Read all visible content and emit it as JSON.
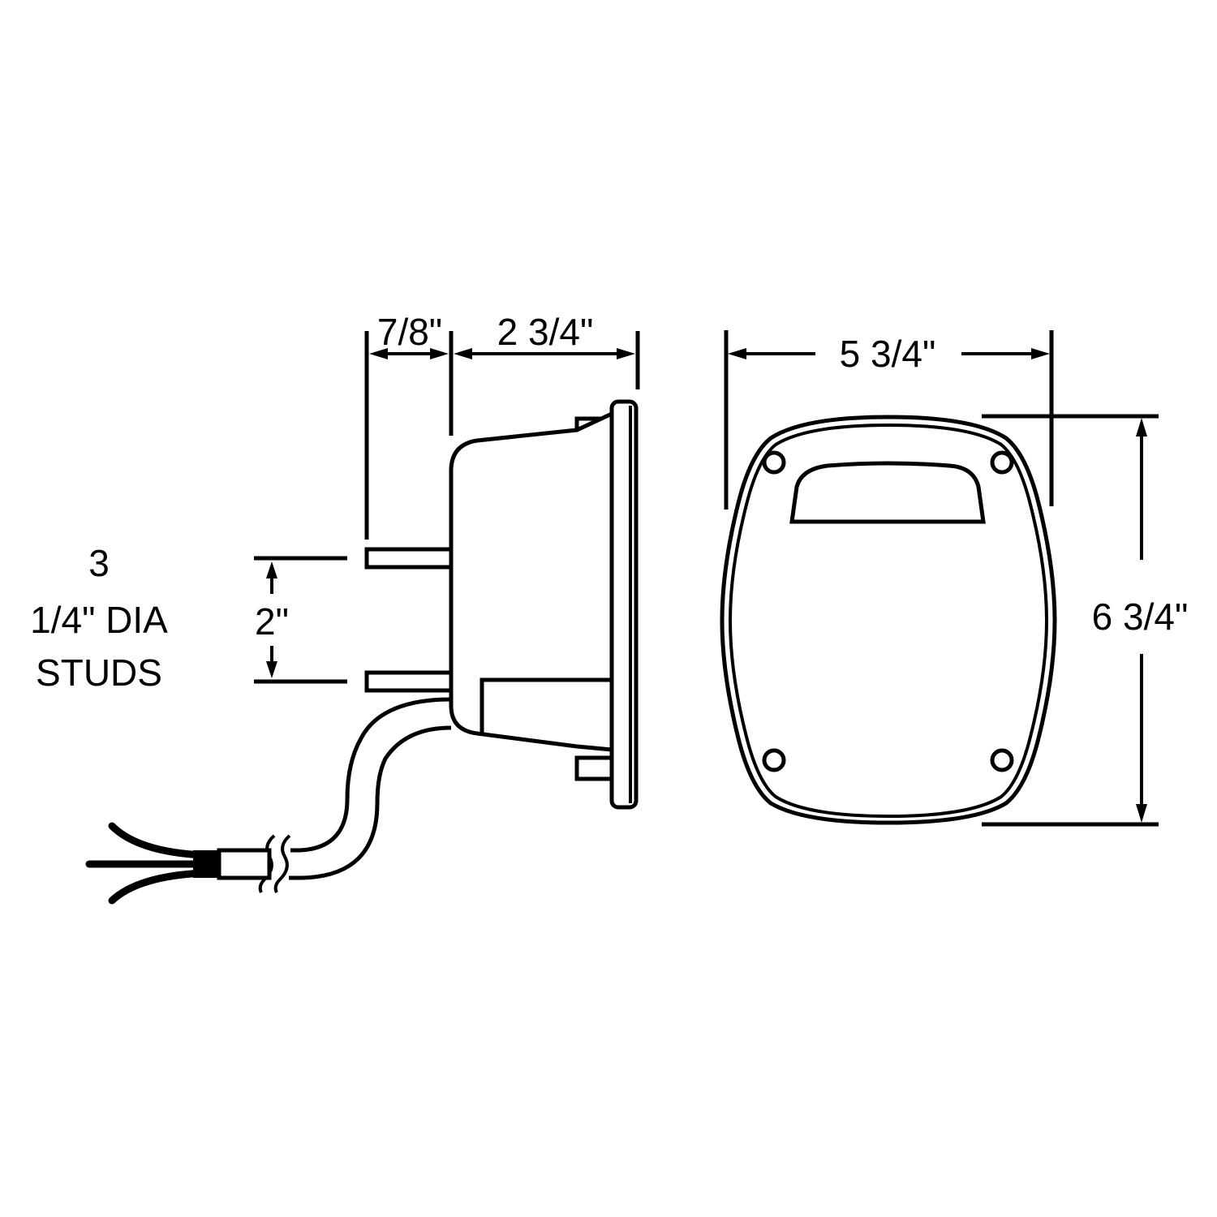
{
  "diagram": {
    "subject": "Rectangular trailer tail light with stud mount and wire lead",
    "views": [
      "side-view",
      "front-view"
    ],
    "colors": {
      "stroke": "#000000",
      "background": "#ffffff"
    }
  },
  "dimensions": {
    "stud_length": "7/8\"",
    "body_depth": "2 3/4\"",
    "width": "5 3/4\"",
    "height": "6 3/4\"",
    "stud_spacing": "2\""
  },
  "stud_note": {
    "line1": "3",
    "line2": "1/4\" DIA",
    "line3": "STUDS"
  }
}
